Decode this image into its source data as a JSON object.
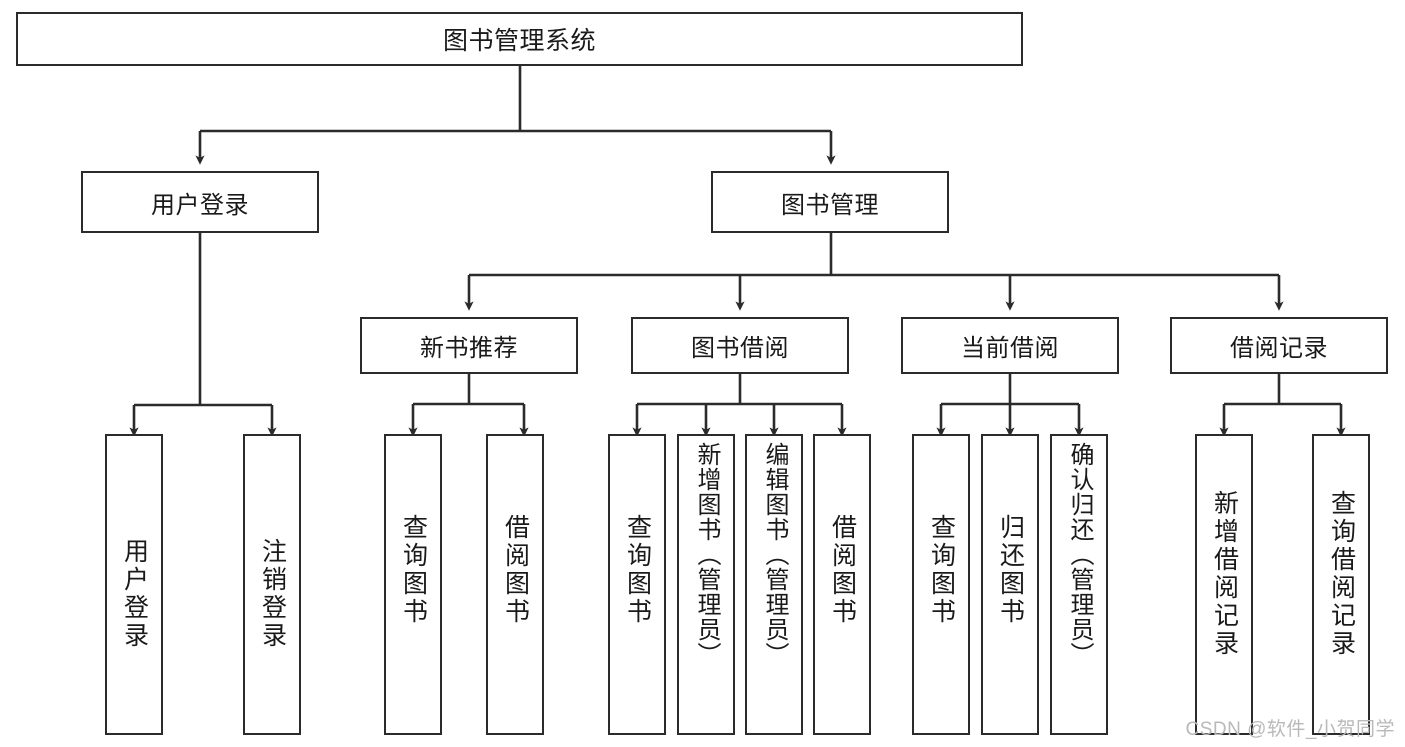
{
  "diagram": {
    "type": "tree",
    "title": "图书管理系统",
    "watermark": "CSDN @软件_小贺同学",
    "colors": {
      "stroke": "#2b2b2b",
      "background": "#ffffff",
      "text": "#1a1a1a",
      "watermark": "#b9b9b9"
    },
    "nodes": {
      "root": {
        "label": "图书管理系统"
      },
      "level2": [
        {
          "id": "user-login",
          "label": "用户登录"
        },
        {
          "id": "book-manage",
          "label": "图书管理"
        }
      ],
      "level3": [
        {
          "id": "new-book-rec",
          "label": "新书推荐"
        },
        {
          "id": "book-borrow",
          "label": "图书借阅"
        },
        {
          "id": "current-borrow",
          "label": "当前借阅"
        },
        {
          "id": "borrow-record",
          "label": "借阅记录"
        }
      ],
      "leaves": [
        {
          "id": "leaf-user-login",
          "label": "用户登录",
          "parent": "user-login"
        },
        {
          "id": "leaf-user-logout",
          "label": "注销登录",
          "parent": "user-login"
        },
        {
          "id": "leaf-query-book-1",
          "label": "查询图书",
          "parent": "new-book-rec"
        },
        {
          "id": "leaf-borrow-book-1",
          "label": "借阅图书",
          "parent": "new-book-rec"
        },
        {
          "id": "leaf-query-book-2",
          "label": "查询图书",
          "parent": "book-borrow"
        },
        {
          "id": "leaf-add-book",
          "label": "新增图书（管理员）",
          "parent": "book-borrow"
        },
        {
          "id": "leaf-edit-book",
          "label": "编辑图书（管理员）",
          "parent": "book-borrow"
        },
        {
          "id": "leaf-borrow-book-2",
          "label": "借阅图书",
          "parent": "book-borrow"
        },
        {
          "id": "leaf-query-book-3",
          "label": "查询图书",
          "parent": "current-borrow"
        },
        {
          "id": "leaf-return-book",
          "label": "归还图书",
          "parent": "current-borrow"
        },
        {
          "id": "leaf-confirm-return",
          "label": "确认归还（管理员）",
          "parent": "current-borrow"
        },
        {
          "id": "leaf-add-record",
          "label": "新增借阅记录",
          "parent": "borrow-record"
        },
        {
          "id": "leaf-query-record",
          "label": "查询借阅记录",
          "parent": "borrow-record"
        }
      ]
    }
  }
}
